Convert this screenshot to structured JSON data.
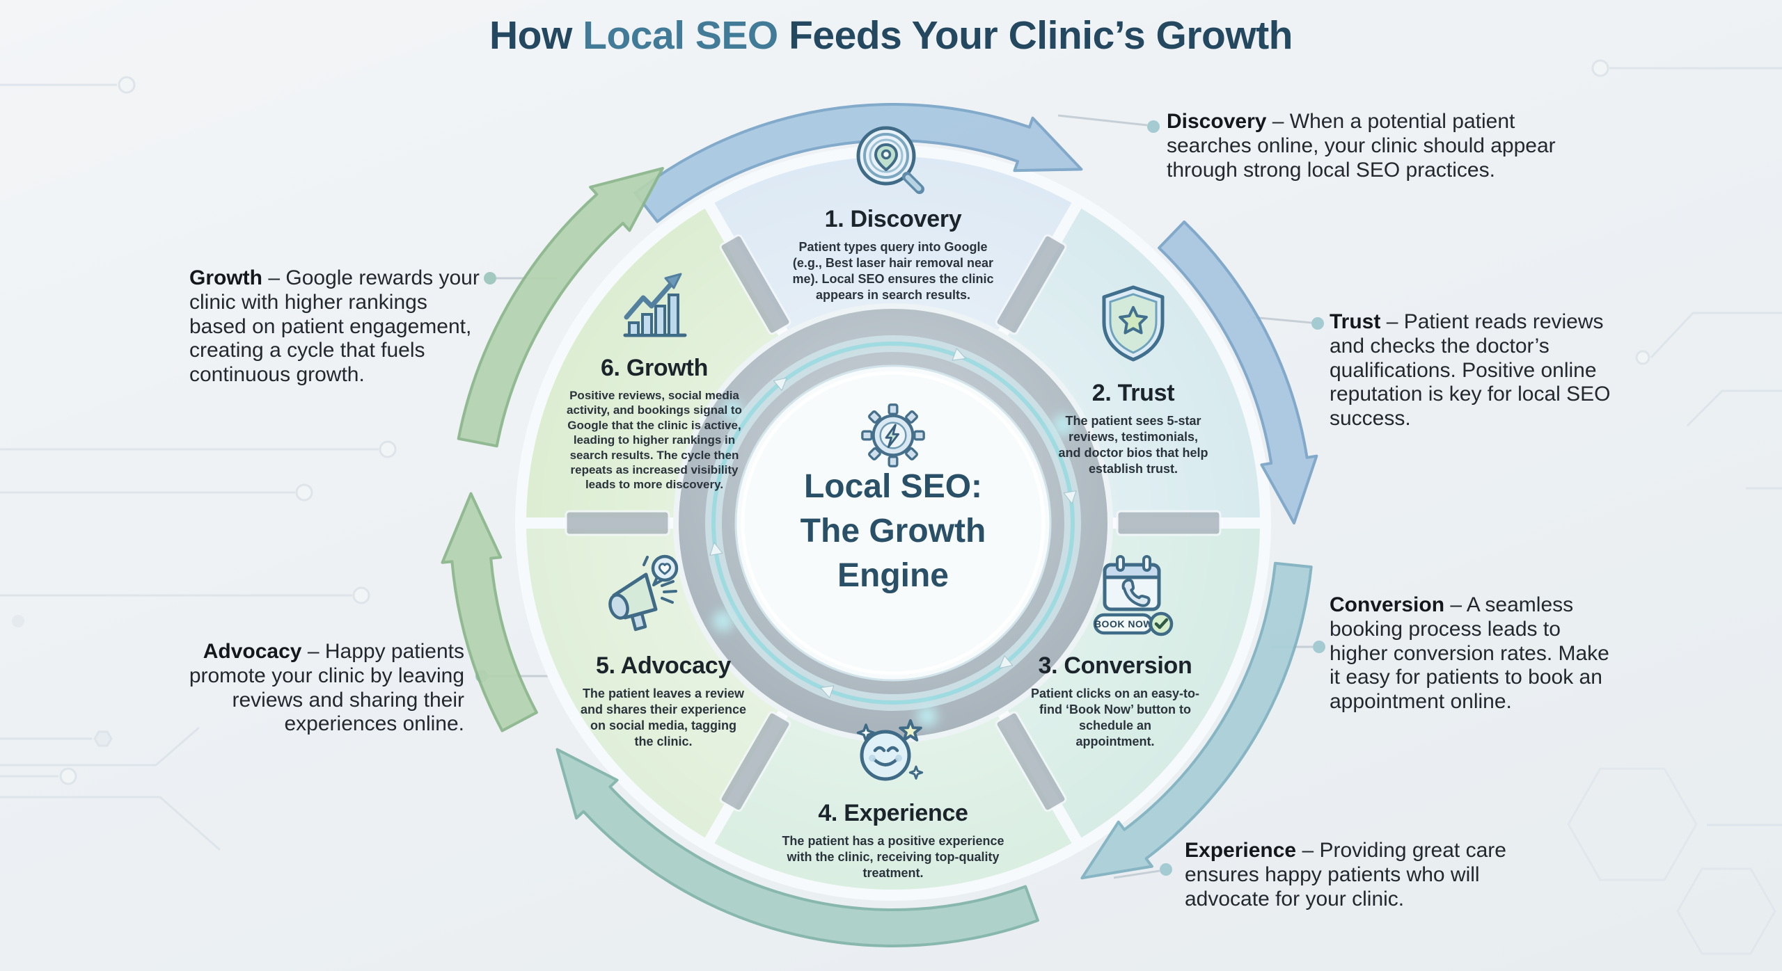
{
  "title": {
    "prefix": "How ",
    "highlight": "Local SEO",
    "suffix": " Feeds Your Clinic’s Growth"
  },
  "center": {
    "icon": "gear-lightning-icon",
    "label": "Local SEO:\nThe Growth\nEngine"
  },
  "wheel": {
    "segments": [
      {
        "id": "discovery",
        "title": "1. Discovery",
        "description": "Patient types query into Google\n(e.g., Best laser hair removal near\nme). Local SEO ensures the clinic\nappears in search results.",
        "icon": "search-location-icon",
        "color": "#dde9f4"
      },
      {
        "id": "trust",
        "title": "2. Trust",
        "description": "The patient sees 5-star\nreviews, testimonials,\nand doctor bios that help\nestablish trust.",
        "icon": "shield-star-icon",
        "color": "#d7eaee"
      },
      {
        "id": "conversion",
        "title": "3. Conversion",
        "description": "Patient clicks on an easy-to-\nfind ‘Book Now’ button to\nschedule an\nappointment.",
        "icon": "calendar-phone-icon",
        "icon_text": "BOOK NOW",
        "color": "#d6ece5"
      },
      {
        "id": "experience",
        "title": "4. Experience",
        "description": "The patient has a positive experience\nwith the clinic, receiving top-quality\ntreatment.",
        "icon": "smiley-stars-icon",
        "color": "#daeee2"
      },
      {
        "id": "advocacy",
        "title": "5. Advocacy",
        "description": "The patient leaves a review\nand shares their experience\non social media, tagging\nthe clinic.",
        "icon": "megaphone-icon",
        "color": "#e0efd9"
      },
      {
        "id": "growth",
        "title": "6. Growth",
        "description": "Positive reviews, social media\nactivity, and bookings signal to\nGoogle that the clinic is active,\nleading to higher rankings in\nsearch results. The cycle then\nrepeats as increased visibility\nleads to more discovery.",
        "icon": "bar-chart-arrow-icon",
        "color": "#dcedd2"
      }
    ]
  },
  "notes": [
    {
      "id": "discovery",
      "lead": "Discovery",
      "body": "– When a potential patient\nsearches online, your clinic should appear\nthrough strong local SEO practices."
    },
    {
      "id": "trust",
      "lead": "Trust",
      "body": "– Patient reads reviews\nand checks the doctor’s\nqualifications. Positive online\nreputation is key for local SEO\nsuccess."
    },
    {
      "id": "conversion",
      "lead": "Conversion",
      "body": "– A seamless\nbooking process leads to\nhigher conversion rates. Make\nit easy for patients to book an\nappointment online."
    },
    {
      "id": "experience",
      "lead": "Experience",
      "body": "– Providing great care\nensures happy patients who will\nadvocate for your clinic."
    },
    {
      "id": "growth",
      "lead": "Growth",
      "body": "– Google rewards your\nclinic with higher rankings\nbased on patient engagement,\ncreating a cycle that fuels\ncontinuous growth."
    },
    {
      "id": "advocacy",
      "lead": "Advocacy",
      "body": "– Happy patients\npromote your clinic by leaving\nreviews and sharing their\nexperiences online."
    }
  ],
  "colors": {
    "background": "#edf1f4",
    "title_dark": "#23485f",
    "title_accent": "#417b98",
    "text_dark": "#1c242b",
    "note_text": "#23282e",
    "center_text": "#2a5068",
    "arrow_blue_fill": "#a7c6df",
    "arrow_blue_stroke": "#7aa4c6",
    "arrow_teal_fill": "#a9cfd8",
    "arrow_teal_stroke": "#7fb1c0",
    "arrow_bottom_fill": "#a9cfc6",
    "arrow_bottom_stroke": "#7fb3a8",
    "arrow_green_fill": "#b3d2af",
    "arrow_green_stroke": "#8ab58a",
    "hub_gray": "#b3bdc5",
    "hub_glow": "#96dbe0",
    "hub_face": "#f7fbfc",
    "divider": "#a9b3bb",
    "connector_line": "#c6cfd6",
    "connector_dot": "#a4cbd1",
    "icon_stroke": "#3f6b86"
  }
}
